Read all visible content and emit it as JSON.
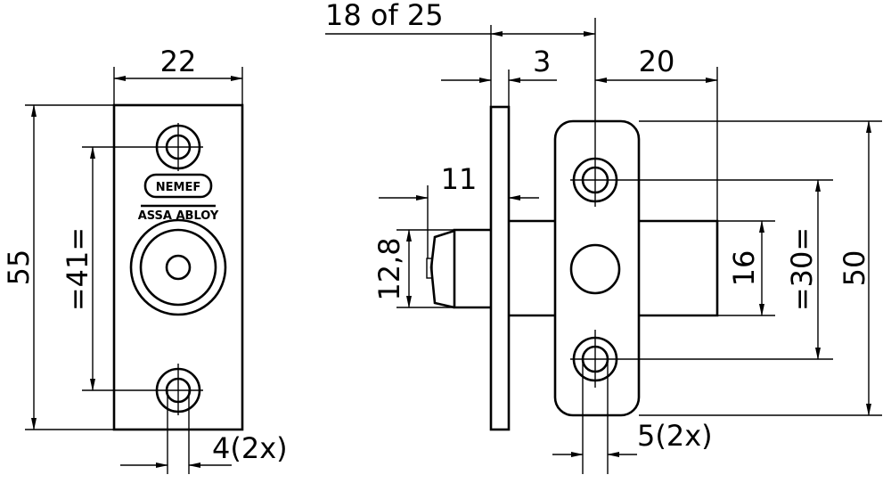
{
  "front_view": {
    "width_dim": "22",
    "height_dim": "55",
    "hole_spacing_dim": "=41=",
    "hole_dim": "4(2x)",
    "logo_brand": "NEMEF",
    "logo_group": "ASSA ABLOY"
  },
  "side_view": {
    "depth_dim": "18 of 25",
    "plate_dim": "3",
    "housing_offset_dim": "20",
    "latch_dim": "11",
    "latch_height_dim": "12,8",
    "body_height_dim": "16",
    "hole_spacing_dim": "=30=",
    "height_dim": "50",
    "hole_dim": "5(2x)"
  }
}
